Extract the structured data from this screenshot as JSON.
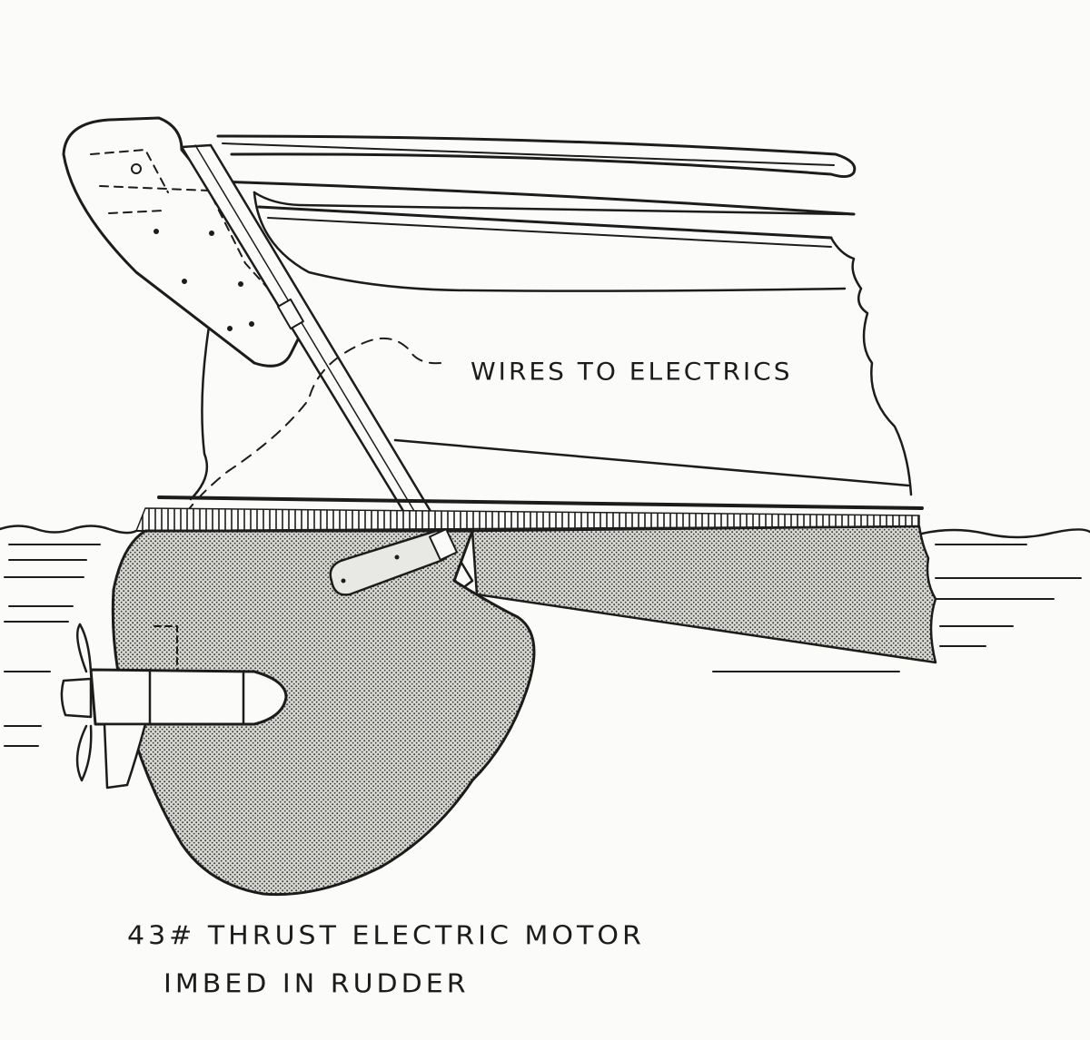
{
  "diagram": {
    "annotation_wires": "Wires to Electrics",
    "caption_line_1": "43# Thrust Electric Motor",
    "caption_line_2": "Imbed in Rudder"
  },
  "colors": {
    "ink": "#1c1c1c",
    "paper": "#fbfbf9",
    "stipple_fill": "#b9b9b4"
  }
}
